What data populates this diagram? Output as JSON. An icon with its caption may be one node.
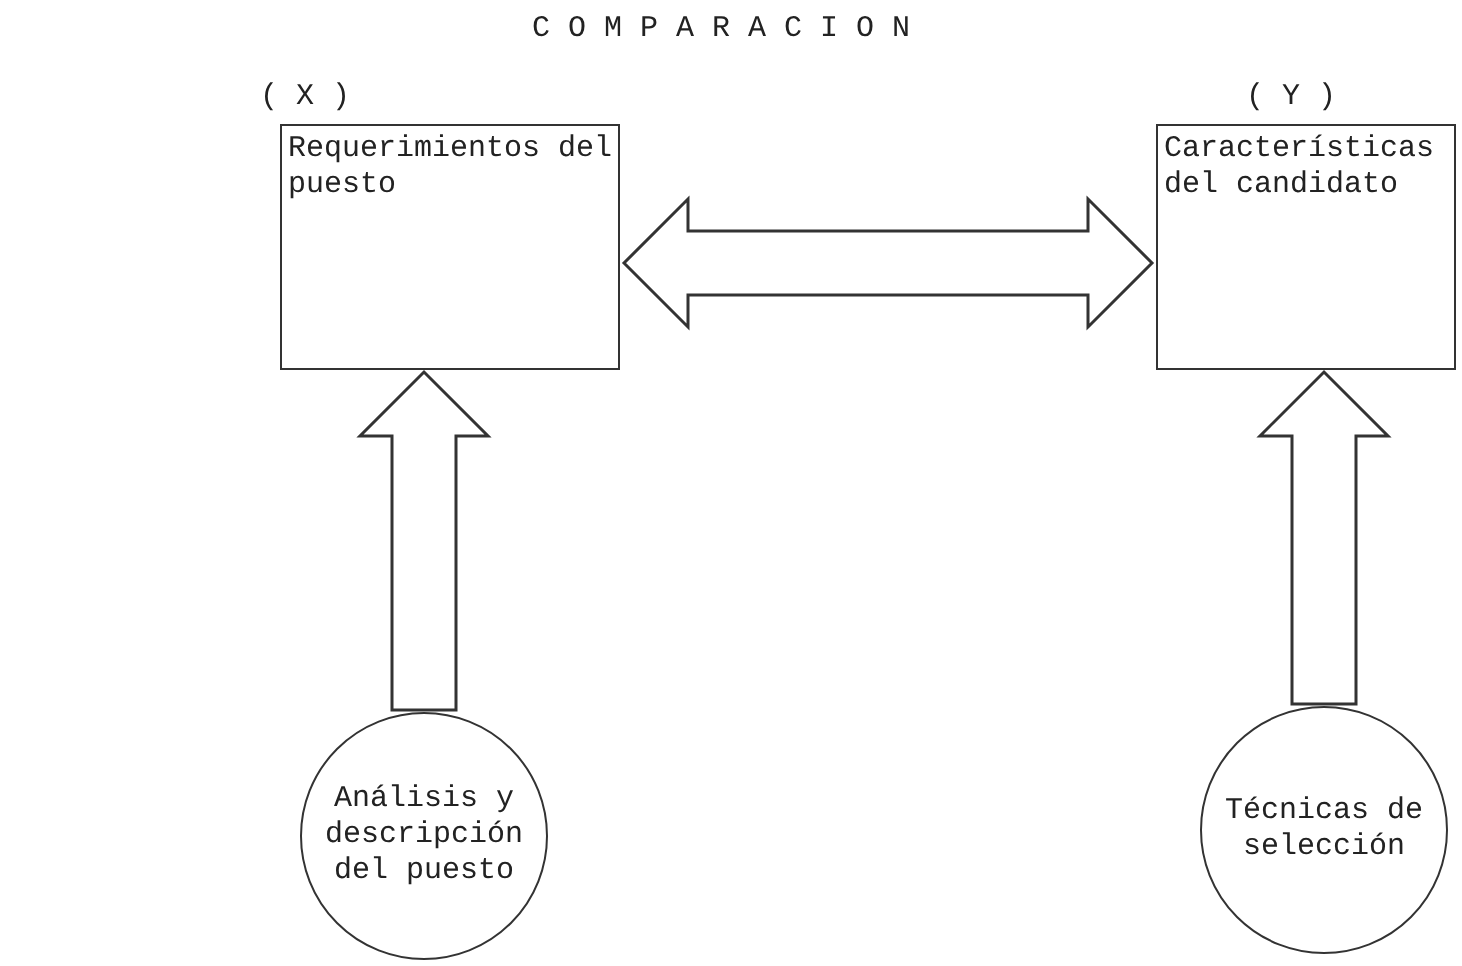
{
  "diagram": {
    "title": "COMPARACION",
    "nodes": [
      {
        "text": [
          "Requerimientos del puesto"
        ],
        "beside": [
          "( X )"
        ]
      },
      {
        "text": [
          "Características del candidato"
        ],
        "beside": [
          "( Y )"
        ]
      },
      {
        "text": [
          "Análisis y descripción del puesto"
        ]
      },
      {
        "text": [
          "Técnicas de selección"
        ]
      }
    ],
    "edges": [
      {
        "from": 0,
        "to": 1,
        "arrow": "both"
      },
      {
        "from": 2,
        "to": 0,
        "arrow": "to"
      },
      {
        "from": 3,
        "to": 1,
        "arrow": "to"
      }
    ]
  }
}
